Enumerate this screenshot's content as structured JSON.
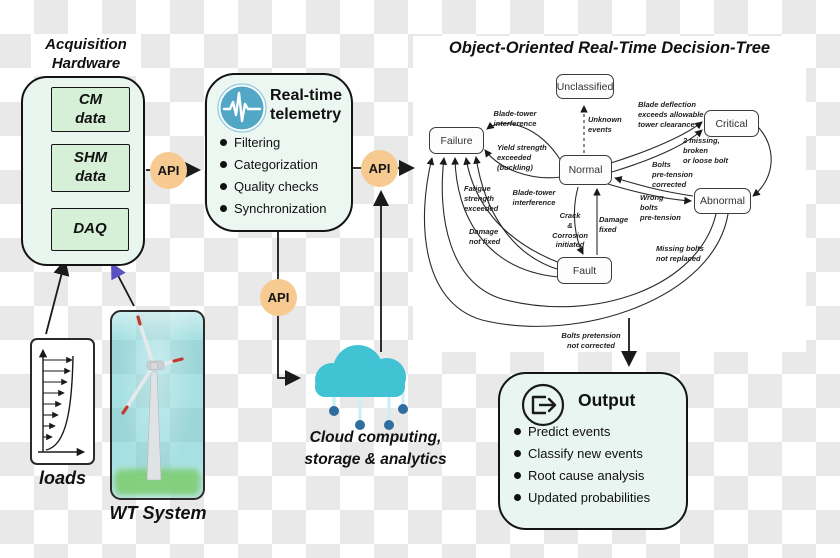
{
  "acquisition": {
    "title": "Acquisition\nHardware",
    "boxes": [
      "CM\ndata",
      "SHM\ndata",
      "DAQ"
    ]
  },
  "api": {
    "label": "API"
  },
  "telemetry": {
    "title": "Real-time\ntelemetry",
    "items": [
      "Filtering",
      "Categorization",
      "Quality checks",
      "Synchronization"
    ]
  },
  "cloud": {
    "caption": "Cloud computing,\nstorage & analytics"
  },
  "loads": {
    "label": "loads"
  },
  "wt_system": {
    "label": "WT System"
  },
  "decision_tree": {
    "title": "Object-Oriented Real-Time Decision-Tree",
    "nodes": {
      "unclassified": "Unclassified",
      "failure": "Failure",
      "normal": "Normal",
      "critical": "Critical",
      "abnormal": "Abnormal",
      "fault": "Fault"
    },
    "edge_labels": {
      "unknown_events": "Unknown\nevents",
      "blade_tower_top": "Blade-tower\ninterference",
      "yield_strength": "Yield strength\nexceeded\n(buckling)",
      "blade_deflection": "Blade deflection\nexceeds allowable\ntower clearance",
      "missing_bolt": "2 missing,\nbroken\nor loose bolt",
      "bolts_corrected": "Bolts\npre-tension\ncorrected",
      "wrong_bolts": "Wrong\nbolts\npre-tension",
      "fatigue": "Fatigue\nstrength\nexceeded",
      "blade_tower_mid": "Blade-tower\ninterference",
      "crack": "Crack\n&\nCorrosion\ninitiated",
      "damage_fixed": "Damage\nfixed",
      "damage_not_fixed": "Damage\nnot fixed",
      "missing_not_replaced": "Missing bolts\nnot replaced",
      "pretension_not_corrected": "Bolts pretension\nnot corrected"
    }
  },
  "output": {
    "title": "Output",
    "items": [
      "Predict events",
      "Classify new events",
      "Root cause analysis",
      "Updated probabilities"
    ]
  },
  "colors": {
    "api_circle": "#f7ca92",
    "cloud": "#41c3d4",
    "telemetry_icon": "#53a7c6",
    "mint_fill": "#e9f6ef",
    "green_box": "#d6f0d8",
    "grass": "#7dcd73",
    "blade_tip_red": "#c0392b",
    "purple_arrow": "#5a52c2"
  }
}
